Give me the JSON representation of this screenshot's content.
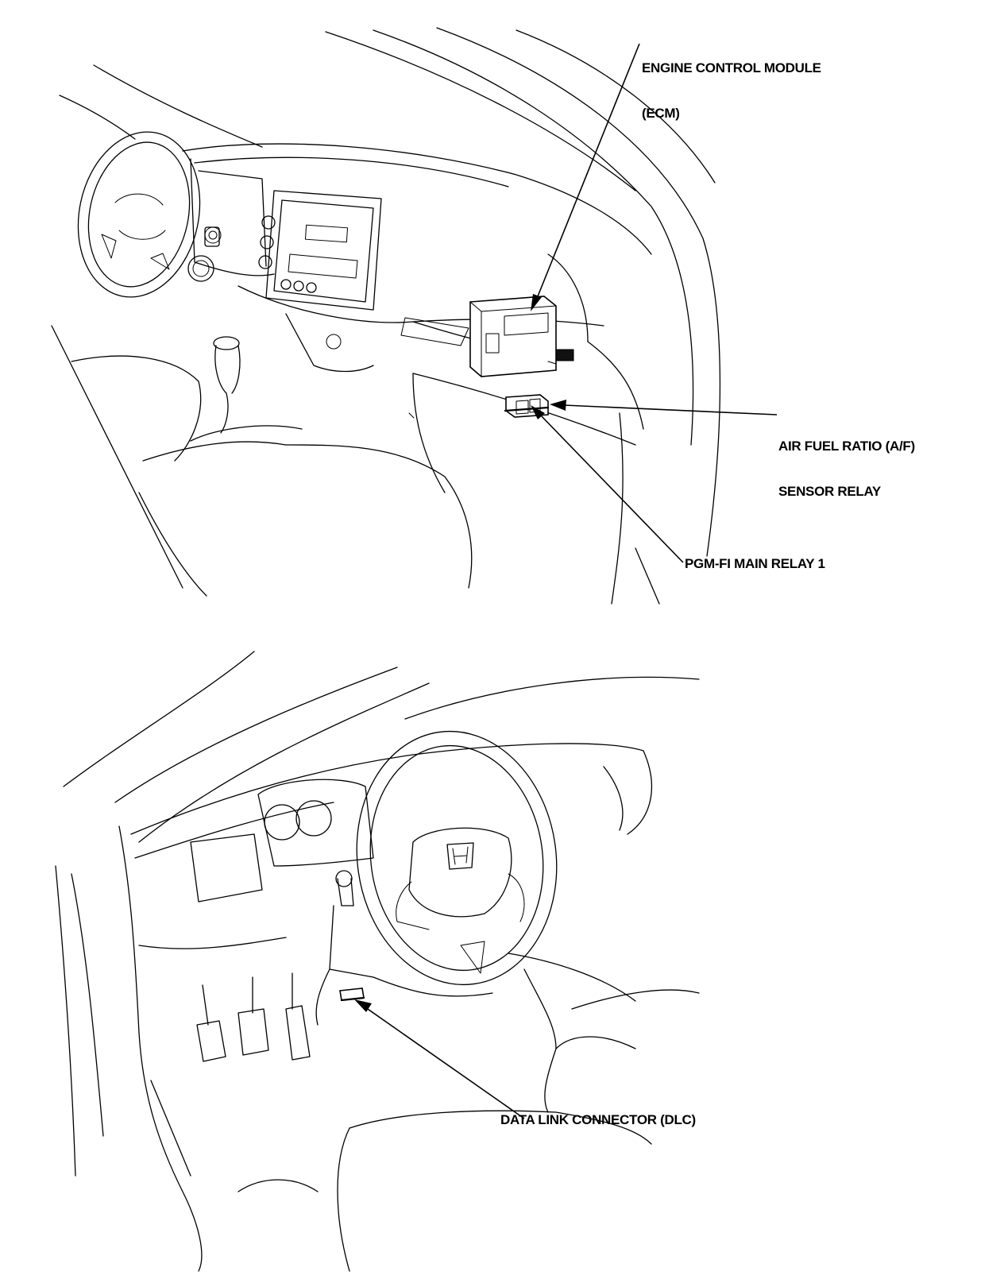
{
  "labels": {
    "ecm": {
      "line1": "ENGINE CONTROL MODULE",
      "line2": "(ECM)"
    },
    "af_relay": {
      "line1": "AIR FUEL RATIO (A/F)",
      "line2": "SENSOR RELAY"
    },
    "pgm_relay": "PGM-FI MAIN RELAY 1",
    "dlc": "DATA LINK CONNECTOR (DLC)"
  },
  "colors": {
    "ink": "#000000",
    "paper": "#ffffff"
  }
}
